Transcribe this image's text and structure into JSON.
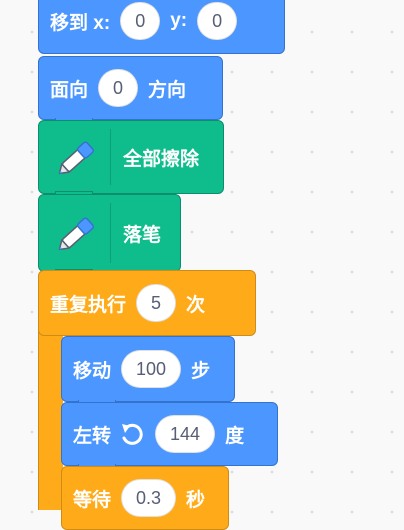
{
  "blocks": {
    "goto": {
      "label_move": "移到 x:",
      "x_value": "0",
      "label_y": "y:",
      "y_value": "0"
    },
    "point": {
      "label": "面向",
      "value": "0",
      "suffix": "方向"
    },
    "clear": {
      "label": "全部擦除",
      "icon": "pen-icon"
    },
    "pendown": {
      "label": "落笔",
      "icon": "pen-icon"
    },
    "repeat": {
      "label": "重复执行",
      "count": "5",
      "suffix": "次"
    },
    "move": {
      "label": "移动",
      "value": "100",
      "suffix": "步"
    },
    "turn": {
      "label": "左转",
      "icon": "rotate-left-icon",
      "value": "144",
      "suffix": "度"
    },
    "wait": {
      "label": "等待",
      "value": "0.3",
      "suffix": "秒"
    }
  },
  "colors": {
    "motion": "#4C97FF",
    "pen": "#0FBD8C",
    "control": "#FFAB19",
    "canvas": "#F9F9F9"
  }
}
